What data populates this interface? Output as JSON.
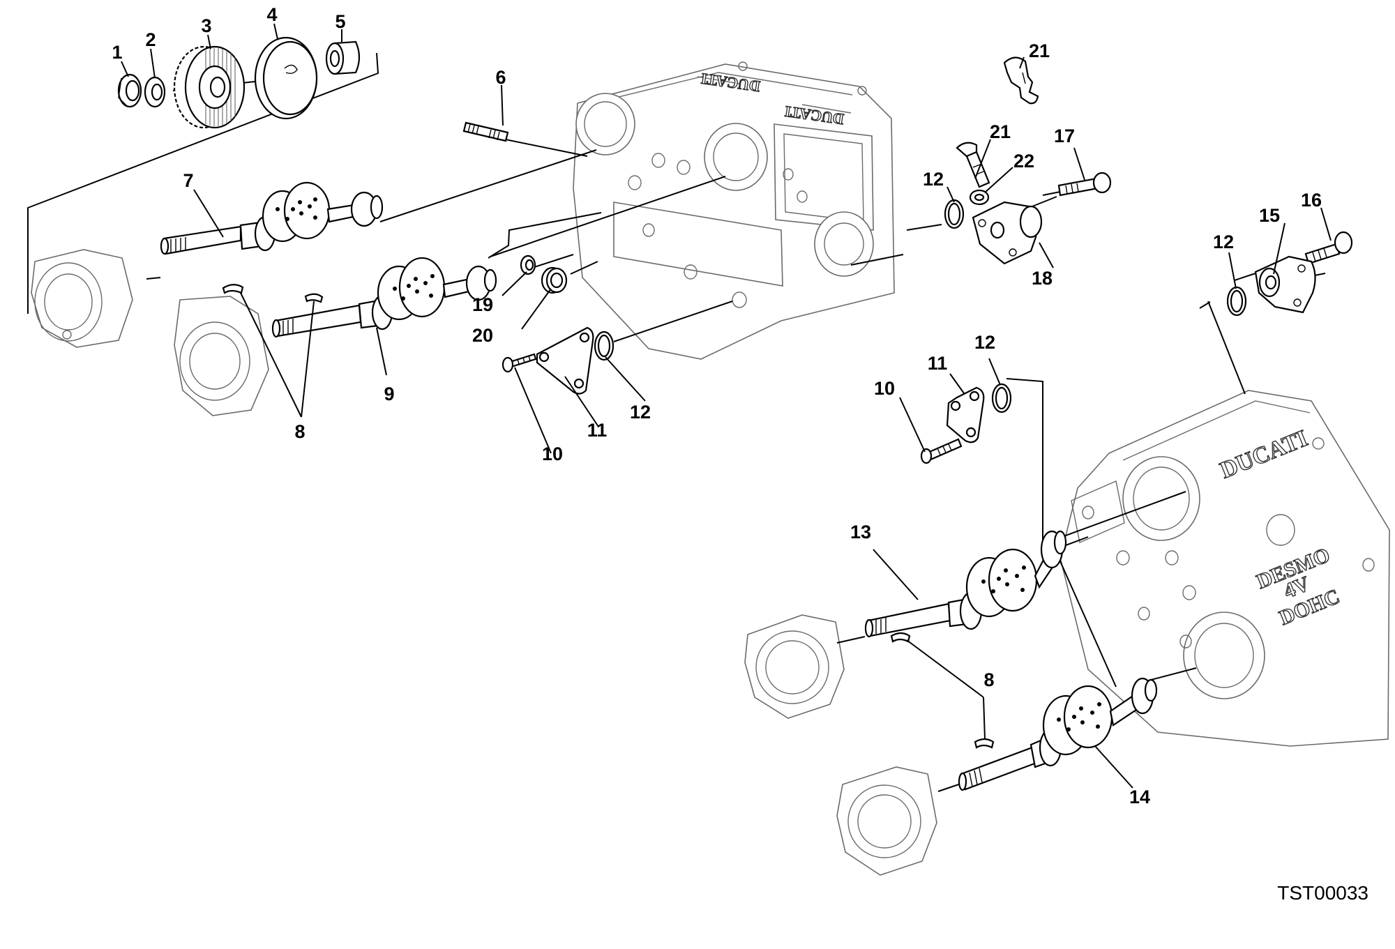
{
  "diagram": {
    "drawing_code": "TST00033",
    "brand_texts": {
      "cover": "DUCATI",
      "cover_line1": "DESMO",
      "cover_line2": "4V",
      "cover_line3": "DOHC",
      "head_mirrored_1": "DUCATI",
      "head_mirrored_2": "DUCATI"
    },
    "callouts": [
      {
        "id": "c1",
        "text": "1"
      },
      {
        "id": "c2",
        "text": "2"
      },
      {
        "id": "c3",
        "text": "3"
      },
      {
        "id": "c4",
        "text": "4"
      },
      {
        "id": "c5",
        "text": "5"
      },
      {
        "id": "c6",
        "text": "6"
      },
      {
        "id": "c7",
        "text": "7"
      },
      {
        "id": "c8a",
        "text": "8"
      },
      {
        "id": "c9",
        "text": "9"
      },
      {
        "id": "c10a",
        "text": "10"
      },
      {
        "id": "c11a",
        "text": "11"
      },
      {
        "id": "c12a",
        "text": "12"
      },
      {
        "id": "c19",
        "text": "19"
      },
      {
        "id": "c20",
        "text": "20"
      },
      {
        "id": "c21a",
        "text": "21"
      },
      {
        "id": "c21b",
        "text": "21"
      },
      {
        "id": "c22",
        "text": "22"
      },
      {
        "id": "c17",
        "text": "17"
      },
      {
        "id": "c12b",
        "text": "12"
      },
      {
        "id": "c18",
        "text": "18"
      },
      {
        "id": "c12c",
        "text": "12"
      },
      {
        "id": "c15",
        "text": "15"
      },
      {
        "id": "c16",
        "text": "16"
      },
      {
        "id": "c10b",
        "text": "10"
      },
      {
        "id": "c11b",
        "text": "11"
      },
      {
        "id": "c12d",
        "text": "12"
      },
      {
        "id": "c13",
        "text": "13"
      },
      {
        "id": "c8b",
        "text": "8"
      },
      {
        "id": "c14",
        "text": "14"
      }
    ]
  }
}
